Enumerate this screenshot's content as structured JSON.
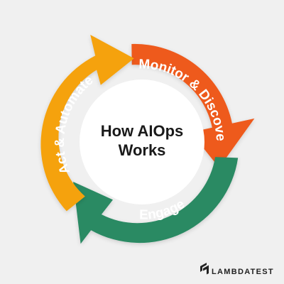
{
  "center": {
    "title_line1": "How AIOps",
    "title_line2": "Works"
  },
  "segments": [
    {
      "label": "Monitor & Discover",
      "color": "#ee5a1c"
    },
    {
      "label": "Engage",
      "color": "#2a8a63"
    },
    {
      "label": "Act & Automate",
      "color": "#f5a20c"
    }
  ],
  "brand": {
    "name": "LAMBDATEST"
  },
  "colors": {
    "background": "#f0f0f0",
    "center_circle": "#ffffff",
    "text_dark": "#1a1a1a"
  }
}
